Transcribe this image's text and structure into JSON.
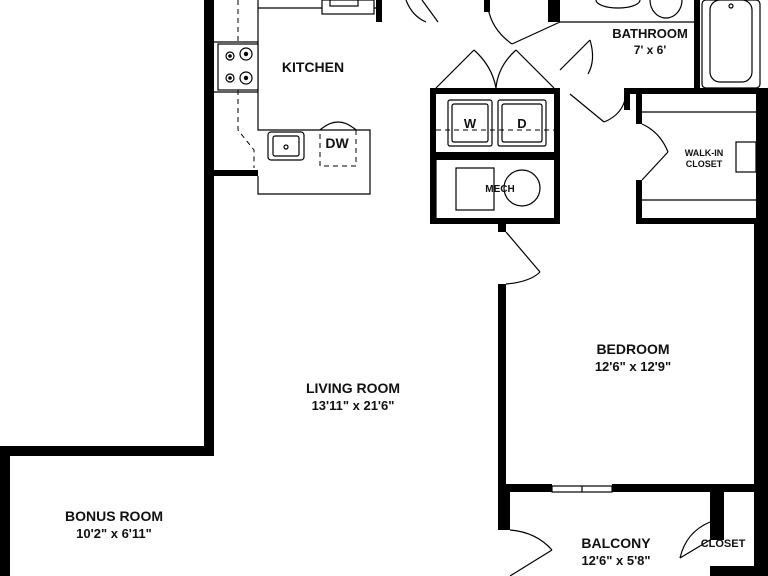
{
  "rooms": {
    "kitchen": {
      "name": "KITCHEN"
    },
    "bathroom": {
      "name": "BATHROOM",
      "size": "7' x 6'"
    },
    "walk_in_closet": {
      "name_line1": "WALK-IN",
      "name_line2": "CLOSET"
    },
    "mech": {
      "name": "MECH"
    },
    "living_room": {
      "name": "LIVING ROOM",
      "size": "13'11\" x 21'6\""
    },
    "bedroom": {
      "name": "BEDROOM",
      "size": "12'6\" x 12'9\""
    },
    "bonus_room": {
      "name": "BONUS ROOM",
      "size": "10'2\" x 6'11\""
    },
    "balcony": {
      "name": "BALCONY",
      "size": "12'6\" x 5'8\""
    },
    "closet": {
      "name": "CLOSET"
    }
  },
  "appliances": {
    "dishwasher": "DW",
    "washer": "W",
    "dryer": "D"
  }
}
